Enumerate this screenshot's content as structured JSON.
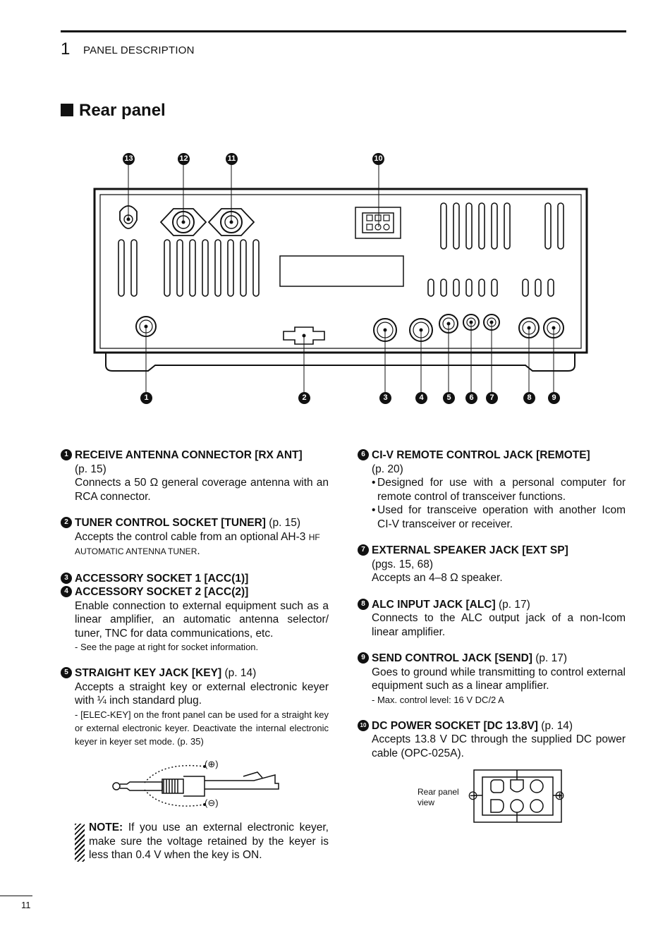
{
  "header": {
    "chapter_number": "1",
    "chapter_title": "PANEL DESCRIPTION",
    "section_title": "Rear panel"
  },
  "figure_labels": {
    "n1": "1",
    "n2": "2",
    "n3": "3",
    "n4": "4",
    "n5": "5",
    "n6": "6",
    "n7": "7",
    "n8": "8",
    "n9": "9",
    "n10": "10",
    "n11": "11",
    "n12": "12",
    "n13": "13"
  },
  "items": [
    {
      "num": "1",
      "title": "RECEIVE ANTENNA CONNECTOR [RX ANT]",
      "ref": "(p. 15)",
      "body": "Connects a 50 Ω general coverage antenna with an RCA connector."
    },
    {
      "num": "2",
      "title": "TUNER CONTROL SOCKET [TUNER]",
      "ref": "(p. 15)",
      "body_a": "Accepts the control cable from an optional AH-3",
      "body_b": "HF AUTOMATIC ANTENNA TUNER",
      "body_c": "."
    },
    {
      "num": "3",
      "title": "ACCESSORY SOCKET 1 [ACC(1)]"
    },
    {
      "num": "4",
      "title": "ACCESSORY SOCKET 2 [ACC(2)]",
      "body": "Enable connection to external equipment such as a linear amplifier, an automatic antenna selector/ tuner, TNC for data communications, etc.",
      "note": "- See the page at right for socket information."
    },
    {
      "num": "5",
      "title": "STRAIGHT KEY JACK [KEY]",
      "ref": "(p. 14)",
      "body": "Accepts a straight key or external electronic keyer with ¼ inch standard plug.",
      "note": "- [ELEC-KEY] on the front panel can be used for a straight key or external electronic keyer. Deactivate the internal electronic keyer in keyer set mode. (p. 35)"
    },
    {
      "num": "6",
      "title": "CI-V REMOTE CONTROL JACK [REMOTE]",
      "ref": "(p. 20)",
      "bullets": [
        "Designed for use with a personal computer for remote control of transceiver functions.",
        "Used for transceive operation with another Icom CI-V transceiver or receiver."
      ]
    },
    {
      "num": "7",
      "title": "EXTERNAL SPEAKER JACK [EXT SP]",
      "ref": "(pgs. 15, 68)",
      "body": "Accepts an 4–8 Ω speaker."
    },
    {
      "num": "8",
      "title": "ALC INPUT JACK [ALC]",
      "ref": "(p. 17)",
      "body": "Connects to the ALC output jack of a non-Icom linear amplifier."
    },
    {
      "num": "9",
      "title": "SEND CONTROL JACK [SEND]",
      "ref": "(p. 17)",
      "body": "Goes to ground while transmitting to control external equipment such as a linear amplifier.",
      "note": "- Max. control level: 16 V DC/2 A"
    },
    {
      "num": "10",
      "title": "DC POWER SOCKET [DC 13.8V]",
      "ref": "(p. 14)",
      "body": "Accepts 13.8 V DC through the supplied DC power cable (OPC-025A)."
    }
  ],
  "plug_figure": {
    "plus": "(⊕)",
    "minus": "(⊖)"
  },
  "note": {
    "label": "NOTE:",
    "text": "If you use an external electronic keyer, make sure the voltage retained by the keyer is less than 0.4 V when the key is ON."
  },
  "rear_panel_view": {
    "line1": "Rear panel",
    "line2": "view",
    "minus": "⊖",
    "plus": "⊕"
  },
  "page_number": "11"
}
